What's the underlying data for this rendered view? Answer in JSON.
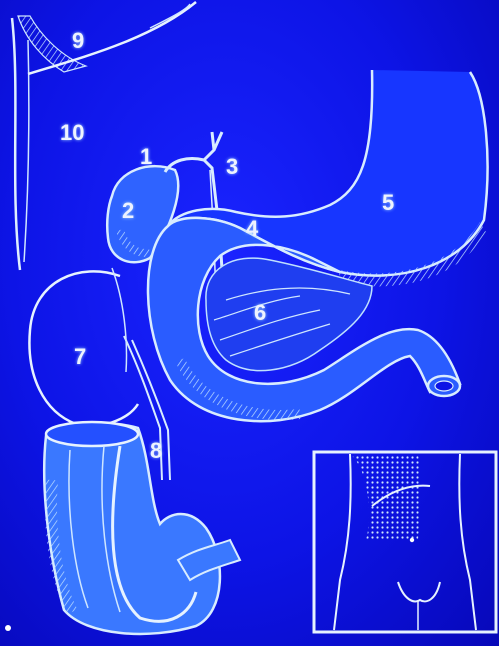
{
  "labels": [
    "9",
    "10",
    "1",
    "3",
    "2",
    "4",
    "5",
    "6",
    "7",
    "8"
  ],
  "colors": {
    "background": "#0d14e6",
    "line": "#cfe6ff",
    "fill_light": "#3f7dff",
    "fill_dark": "#1b3cf0"
  },
  "inset": {
    "shaded_region": "upper left abdomen"
  }
}
